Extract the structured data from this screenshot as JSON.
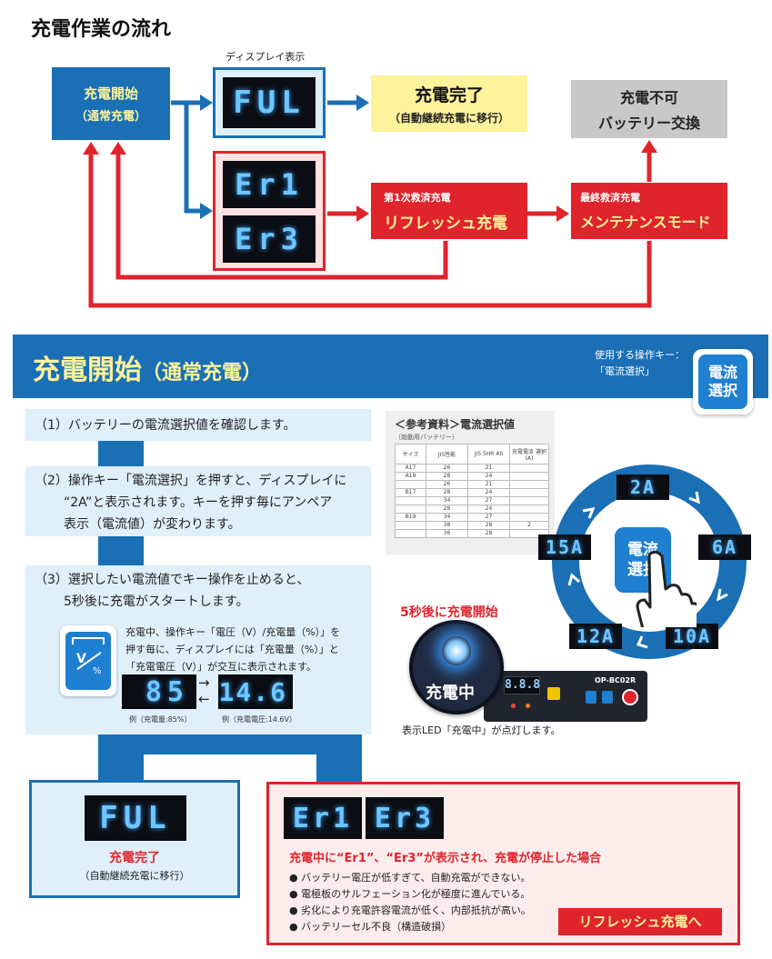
{
  "flow": {
    "title": "充電作業の流れ",
    "display_caption": "ディスプレイ表示",
    "start_line1": "充電開始",
    "start_line2": "（通常充電）",
    "lcd_ful": "FUL",
    "lcd_er1": "Er1",
    "lcd_er3": "Er3",
    "complete_line1": "充電完了",
    "complete_line2": "（自動継続充電に移行）",
    "fail_line1": "充電不可",
    "fail_line2": "バッテリー交換",
    "refresh_small": "第1次救済充電",
    "refresh_big": "リフレッシュ充電",
    "maint_small": "最終救済充電",
    "maint_big": "メンテナンスモード",
    "colors": {
      "blue": "#1a6fb5",
      "red": "#e0242c",
      "yellow": "#fdf39a",
      "gray": "#c8c8c8",
      "lightblue": "#dff0fb"
    }
  },
  "section": {
    "title": "充電開始",
    "title_paren": "（通常充電）",
    "key_note_line1": "使用する操作キー：",
    "key_note_line2": "「電流選択」",
    "key_btn_line1": "電流",
    "key_btn_line2": "選択"
  },
  "steps": {
    "step1": "（1）バッテリーの電流選択値を確認します。",
    "step2_l1": "（2）操作キー「電流選択」を押すと、ディスプレイに",
    "step2_l2": "“2A”と表示されます。キーを押す毎にアンペア",
    "step2_l3": "表示（電流値）が変わります。",
    "step3_l1": "（3）選択したい電流値でキー操作を止めると、",
    "step3_l2": "5秒後に充電がスタートします。",
    "note_l1": "充電中、操作キー「電圧（V）/充電量（%）」を",
    "note_l2": "押す毎に、ディスプレイには「充電量（%）」と",
    "note_l3": "「充電電圧（V）」が交互に表示されます。",
    "vbtn_v": "V",
    "vbtn_pct": "%",
    "lcd_85": "85",
    "lcd_146": "14.6",
    "arrow_right": "→",
    "arrow_left": "←",
    "ex1": "例（充電量:85%）",
    "ex2": "例（充電電圧:14.6V）"
  },
  "reference": {
    "title": "＜参考資料＞電流選択値",
    "subtitle": "（始動用バッテリー）",
    "headers": [
      "サイズ",
      "JIS性能",
      "JIS 5HR Ah",
      "充電電流 選択(A)"
    ],
    "rows": [
      [
        "A17",
        "26",
        "21",
        ""
      ],
      [
        "A19",
        "28",
        "24",
        ""
      ],
      [
        "",
        "26",
        "21",
        ""
      ],
      [
        "B17",
        "28",
        "24",
        ""
      ],
      [
        "",
        "34",
        "27",
        ""
      ],
      [
        "",
        "28",
        "24",
        ""
      ],
      [
        "B19",
        "34",
        "27",
        ""
      ],
      [
        "",
        "38",
        "28",
        "2"
      ],
      [
        "",
        "36",
        "28",
        ""
      ]
    ]
  },
  "dial": {
    "values": [
      "2A",
      "6A",
      "10A",
      "12A",
      "15A"
    ],
    "center_l1": "電流",
    "center_l2": "選択"
  },
  "led": {
    "caption": "5秒後に充電開始",
    "label": "充電中",
    "panel_lcd": "8.8.8",
    "model": "OP-BC02R",
    "footer": "表示LED「充電中」が点灯します。"
  },
  "bottom": {
    "lcd_ful": "FUL",
    "complete_l1": "充電完了",
    "complete_l2": "（自動継続充電に移行）",
    "lcd_er1": "Er1",
    "lcd_er3": "Er3",
    "err_title": "充電中に“Er1”、“Er3”が表示され、充電が停止した場合",
    "bullets": [
      "バッテリー電圧が低すぎて、自動充電ができない。",
      "電極板のサルフェーション化が極度に進んでいる。",
      "劣化により充電許容電流が低く、内部抵抗が高い。",
      "バッテリーセル不良（構造破損）"
    ],
    "refresh_btn": "リフレッシュ充電へ"
  }
}
